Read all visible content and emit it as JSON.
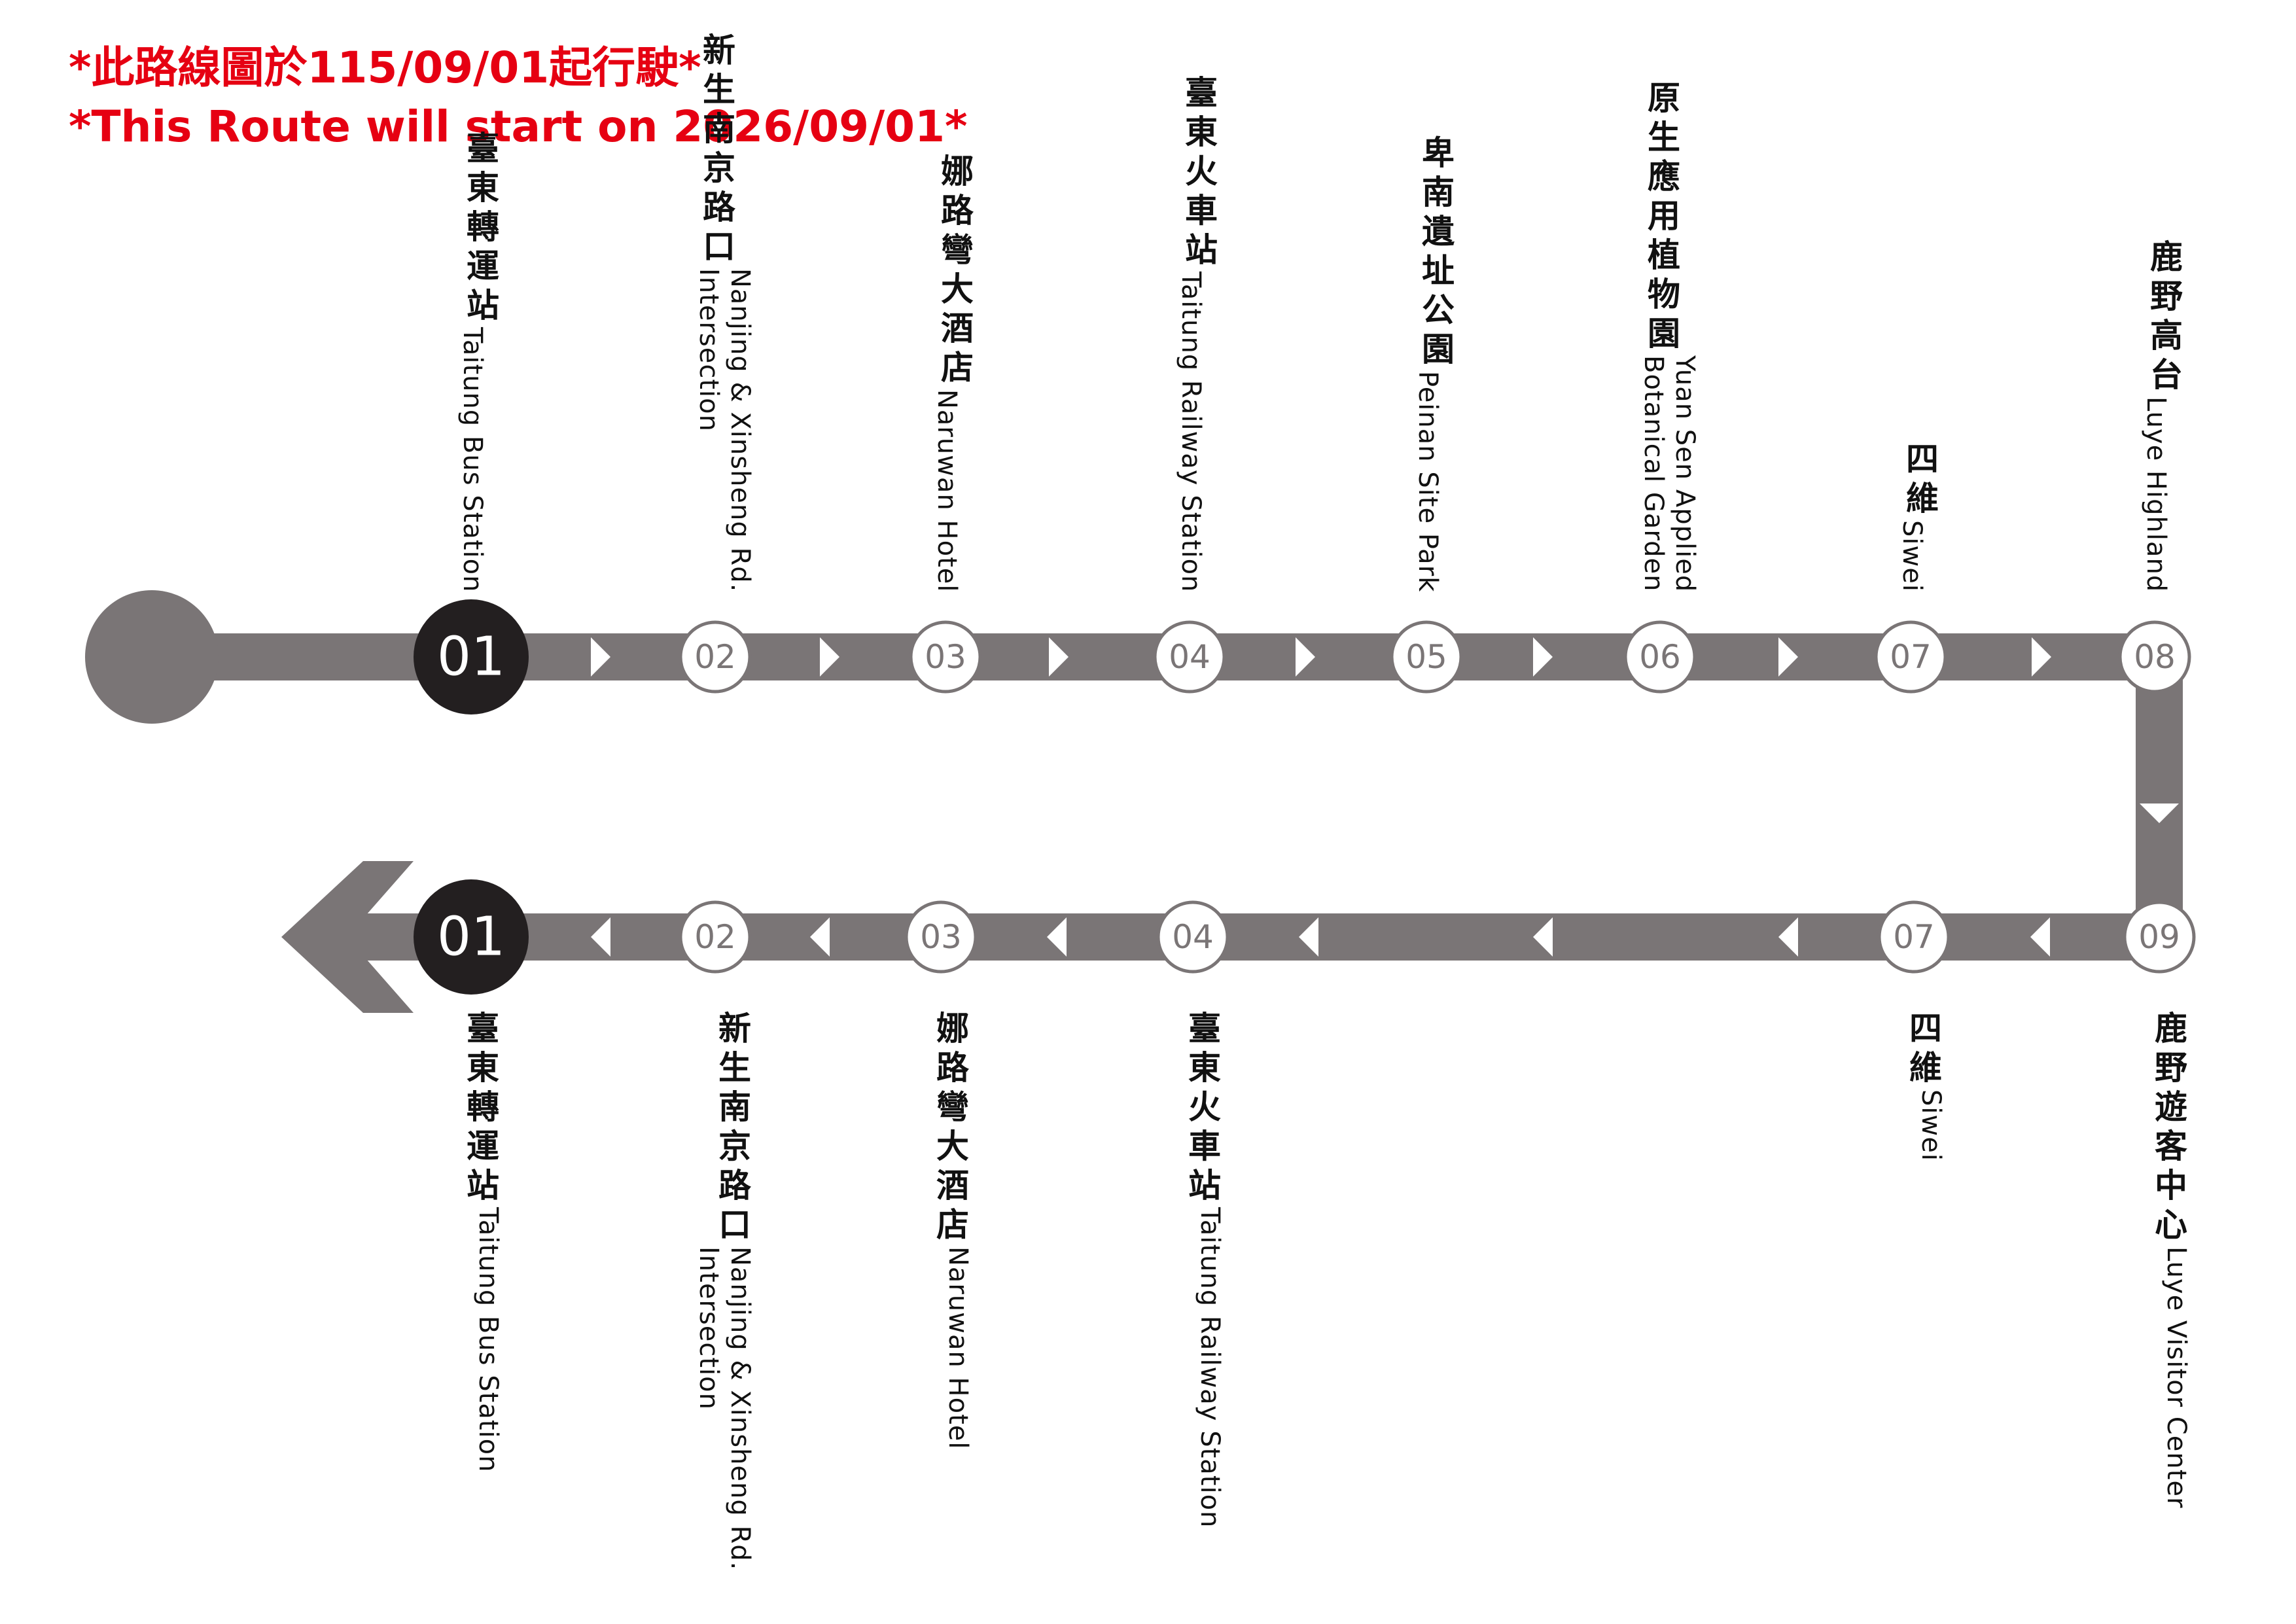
{
  "notice": {
    "zh": "*此路線圖於115/09/01起行駛*",
    "en": "*This Route will start on 2026/09/01*",
    "color": "#e60012"
  },
  "colors": {
    "line": "#7a7576",
    "terminal": "#231f20",
    "arrow": "#ffffff",
    "stop_border": "#7a7576",
    "stop_number": "#7a7576"
  },
  "outbound": [
    {
      "number": "01",
      "zh": "臺東轉運站",
      "en": "Taitung Bus Station",
      "terminal": true
    },
    {
      "number": "02",
      "zh": "新生南京路口",
      "en": "Nanjing & Xinsheng Rd.\nIntersection"
    },
    {
      "number": "03",
      "zh": "娜路彎大酒店",
      "en": "Naruwan Hotel"
    },
    {
      "number": "04",
      "zh": "臺東火車站",
      "en": "Taitung Railway Station"
    },
    {
      "number": "05",
      "zh": "卑南遺址公園",
      "en": "Peinan Site Park"
    },
    {
      "number": "06",
      "zh": "原生應用植物園",
      "en": "Yuan Sen Applied\nBotanical Garden"
    },
    {
      "number": "07",
      "zh": "四維",
      "en": "Siwei"
    },
    {
      "number": "08",
      "zh": "鹿野高台",
      "en": "Luye Highland"
    }
  ],
  "return": [
    {
      "number": "09",
      "zh": "鹿野遊客中心",
      "en": "Luye Visitor Center"
    },
    {
      "number": "07",
      "zh": "四維",
      "en": "Siwei"
    },
    {
      "number": "04",
      "zh": "臺東火車站",
      "en": "Taitung Railway Station"
    },
    {
      "number": "03",
      "zh": "娜路彎大酒店",
      "en": "Naruwan Hotel"
    },
    {
      "number": "02",
      "zh": "新生南京路口",
      "en": "Nanjing & Xinsheng Rd.\nIntersection"
    },
    {
      "number": "01",
      "zh": "臺東轉運站",
      "en": "Taitung Bus Station",
      "terminal": true
    }
  ]
}
